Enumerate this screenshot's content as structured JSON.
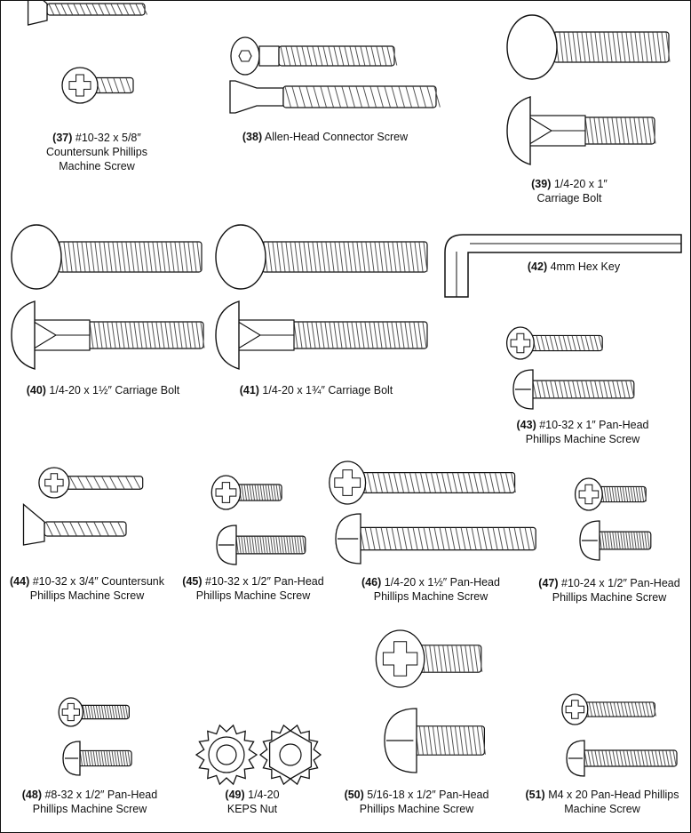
{
  "colors": {
    "line": "#111111",
    "thread": "#555555",
    "background": "#ffffff"
  },
  "parts": [
    {
      "num": "(37)",
      "line1": "#10-32 x 5/8″",
      "line2": "Countersunk Phillips",
      "line3": "Machine Screw",
      "icon": "countersunk-phillips-screw-icon"
    },
    {
      "num": "(38)",
      "line1": "Allen-Head Connector Screw",
      "icon": "allen-head-connector-screw-icon"
    },
    {
      "num": "(39)",
      "line1": "1/4-20 x 1″",
      "line2": "Carriage Bolt",
      "icon": "carriage-bolt-icon"
    },
    {
      "num": "(40)",
      "line1": "1/4-20 x 1½″ Carriage Bolt",
      "icon": "carriage-bolt-icon"
    },
    {
      "num": "(41)",
      "line1": "1/4-20 x 1¾″ Carriage Bolt",
      "icon": "carriage-bolt-icon"
    },
    {
      "num": "(42)",
      "line1": "4mm Hex Key",
      "icon": "hex-key-icon"
    },
    {
      "num": "(43)",
      "line1": "#10-32 x 1″ Pan-Head",
      "line2": "Phillips Machine Screw",
      "icon": "pan-head-phillips-screw-icon"
    },
    {
      "num": "(44)",
      "line1": "#10-32 x 3/4″ Countersunk",
      "line2": "Phillips Machine Screw",
      "icon": "countersunk-phillips-screw-icon"
    },
    {
      "num": "(45)",
      "line1": "#10-32 x 1/2″ Pan-Head",
      "line2": "Phillips Machine Screw",
      "icon": "pan-head-phillips-screw-icon"
    },
    {
      "num": "(46)",
      "line1": "1/4-20 x 1½″ Pan-Head",
      "line2": "Phillips Machine Screw",
      "icon": "pan-head-phillips-screw-icon"
    },
    {
      "num": "(47)",
      "line1": "#10-24 x 1/2″ Pan-Head",
      "line2": "Phillips Machine Screw",
      "icon": "pan-head-phillips-screw-icon"
    },
    {
      "num": "(48)",
      "line1": "#8-32 x 1/2″ Pan-Head",
      "line2": "Phillips Machine Screw",
      "icon": "pan-head-phillips-screw-icon"
    },
    {
      "num": "(49)",
      "line1": "1/4-20",
      "line2": "KEPS Nut",
      "icon": "keps-nut-icon"
    },
    {
      "num": "(50)",
      "line1": "5/16-18 x 1/2″ Pan-Head",
      "line2": "Phillips Machine Screw",
      "icon": "pan-head-phillips-screw-icon"
    },
    {
      "num": "(51)",
      "line1": "M4 x 20 Pan-Head Phillips",
      "line2": "Machine Screw",
      "icon": "pan-head-phillips-screw-icon"
    }
  ]
}
